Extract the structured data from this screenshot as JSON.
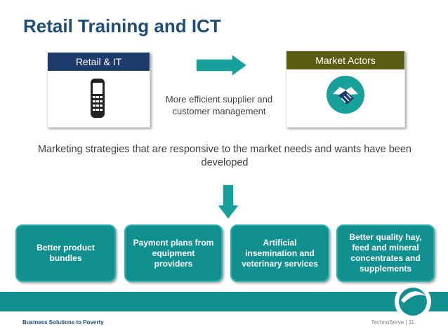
{
  "title": "Retail Training and ICT",
  "left_card": {
    "header": "Retail & IT",
    "icon": "mobile-phone-icon"
  },
  "right_card": {
    "header": "Market Actors",
    "icon": "handshake-icon"
  },
  "middle_text": "More efficient supplier and customer management",
  "statement": "Marketing strategies that are responsive to the market needs and wants have been developed",
  "outcomes": [
    "Better product bundles",
    "Payment plans from equipment providers",
    "Artificial insemination and veterinary services",
    "Better quality hay, feed and mineral concentrates and supplements"
  ],
  "footer": {
    "left": "Business Solutions to Poverty",
    "right": "TechnoServe | 11"
  },
  "colors": {
    "title": "#1f4e79",
    "left_header": "#1e3c6b",
    "right_header": "#5b5b12",
    "teal": "#11908f",
    "arrow": "#17a19a"
  }
}
